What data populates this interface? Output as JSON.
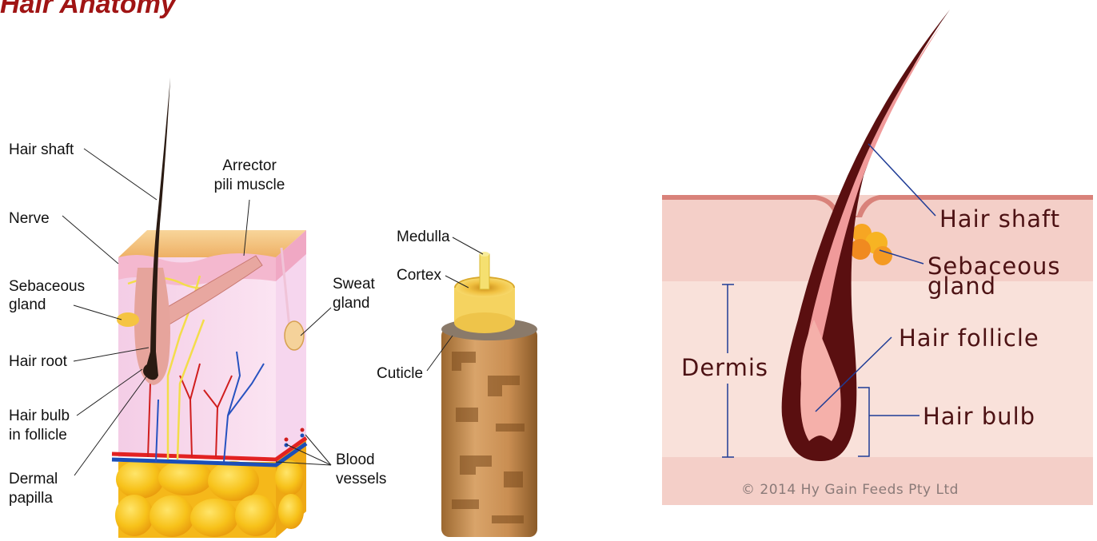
{
  "title": "Hair Anatomy",
  "left_diagram": {
    "labels": {
      "hair_shaft": "Hair shaft",
      "nerve": "Nerve",
      "sebaceous_gland_1": "Sebaceous",
      "sebaceous_gland_2": "gland",
      "hair_root": "Hair root",
      "hair_bulb_1": "Hair bulb",
      "hair_bulb_2": "in follicle",
      "dermal_papilla_1": "Dermal",
      "dermal_papilla_2": "papilla",
      "arrector_1": "Arrector",
      "arrector_2": "pili muscle",
      "sweat_1": "Sweat",
      "sweat_2": "gland",
      "blood_1": "Blood",
      "blood_2": "vessels"
    }
  },
  "middle_diagram": {
    "labels": {
      "medulla": "Medulla",
      "cortex": "Cortex",
      "cuticle": "Cuticle"
    }
  },
  "right_diagram": {
    "labels": {
      "hair_shaft": "Hair shaft",
      "sebaceous_1": "Sebaceous",
      "sebaceous_2": "gland",
      "hair_follicle": "Hair follicle",
      "dermis": "Dermis",
      "hair_bulb": "Hair bulb"
    },
    "copyright": "© 2014 Hy Gain Feeds Pty Ltd"
  },
  "colors": {
    "title": "#a01414",
    "right_label": "#4d1214",
    "hair_dark": "#2a1a12",
    "skin_top": "#f3c27a",
    "fat_yellow": "#f7c21a",
    "dermis_pink": "#f9d6e6",
    "right_epidermis": "#f4c9c2",
    "right_dermis": "#f9e0d8",
    "right_hair": "#5a0f10",
    "right_hair_inner": "#f09a9a",
    "right_leader": "#1f3c96"
  }
}
